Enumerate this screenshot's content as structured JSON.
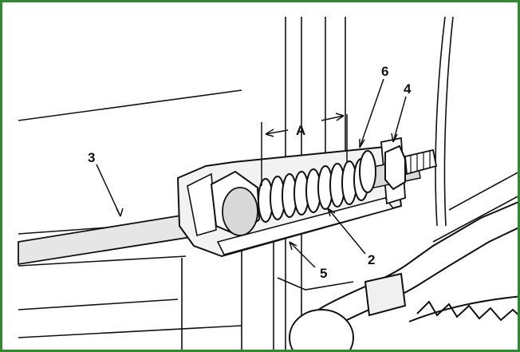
{
  "frame": {
    "border_color": "#2e8b2e"
  },
  "callouts": {
    "label_2": "2",
    "label_3": "3",
    "label_4": "4",
    "label_5": "5",
    "label_6": "6",
    "dimension_a": "A"
  }
}
